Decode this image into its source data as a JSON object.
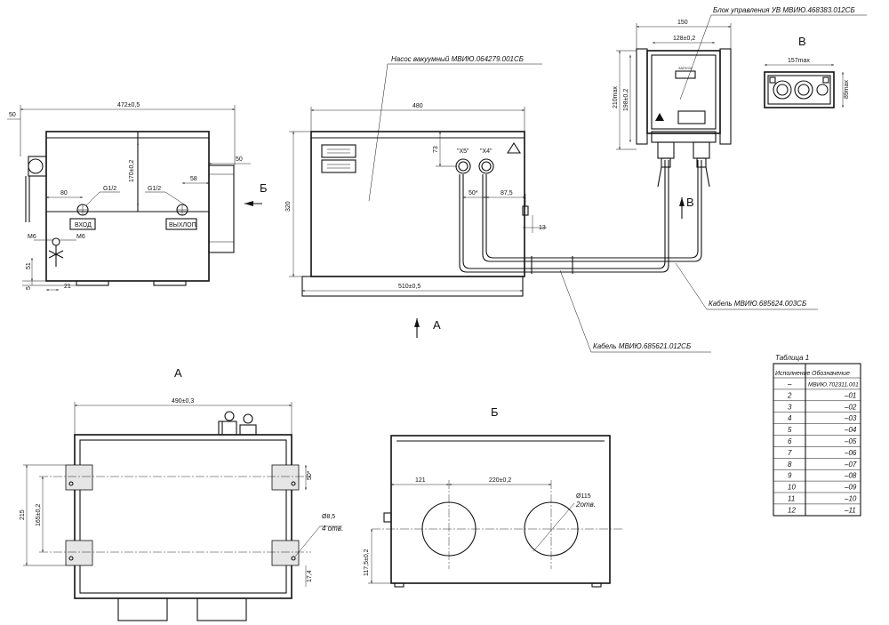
{
  "views": {
    "a": "А",
    "b": "Б",
    "v": "В"
  },
  "callouts": {
    "pump": "Насос вакуумный МВИЮ.064279.001СБ",
    "control": "Блок управления УВ МВИЮ.468383.012СБ",
    "cable1": "Кабель МВИЮ.685624.003СБ",
    "cable2": "Кабель МВИЮ.685621.012СБ"
  },
  "ports": {
    "in": "ВХОД",
    "out": "ВЫХЛОП.",
    "thread1": "G1/2",
    "thread2": "G1/2",
    "x5": "\"Х5\"",
    "x4": "\"Х4\"",
    "m6a": "М6",
    "m6b": "М6"
  },
  "dims": {
    "d472": "472±0,5",
    "d50a": "50",
    "d50b": "50",
    "d170": "170±0,2",
    "d80": "80",
    "d58": "58",
    "d51": "51",
    "d5": "5",
    "d21": "21",
    "d480": "480",
    "d73": "73",
    "d320": "320",
    "d50s": "50*",
    "d875": "87,5",
    "d13": "13",
    "d510": "510±0,5",
    "d150": "150",
    "d128": "128±0,2",
    "d210": "210max",
    "d198": "198±0,2",
    "d157": "157max",
    "d89": "89max",
    "d490": "490±0,3",
    "d215": "215",
    "d165": "165±0,2",
    "d50c": "50*",
    "d85": "Ø8,5",
    "holes4": "4 отв.",
    "d174": "17,4",
    "d121": "121",
    "d220": "220±0,2",
    "d115": "Ø115",
    "holes2": "2отв.",
    "d1175": "117,5±0,2"
  },
  "table": {
    "title": "Таблица 1",
    "col1": "Исполнение",
    "col2": "Обозначение",
    "rows": [
      [
        "–",
        "МВИЮ.702311.001"
      ],
      [
        "2",
        "–01"
      ],
      [
        "3",
        "–02"
      ],
      [
        "4",
        "–03"
      ],
      [
        "5",
        "–04"
      ],
      [
        "6",
        "–05"
      ],
      [
        "7",
        "–06"
      ],
      [
        "8",
        "–07"
      ],
      [
        "9",
        "–08"
      ],
      [
        "10",
        "–09"
      ],
      [
        "11",
        "–10"
      ],
      [
        "12",
        "–11"
      ]
    ]
  }
}
